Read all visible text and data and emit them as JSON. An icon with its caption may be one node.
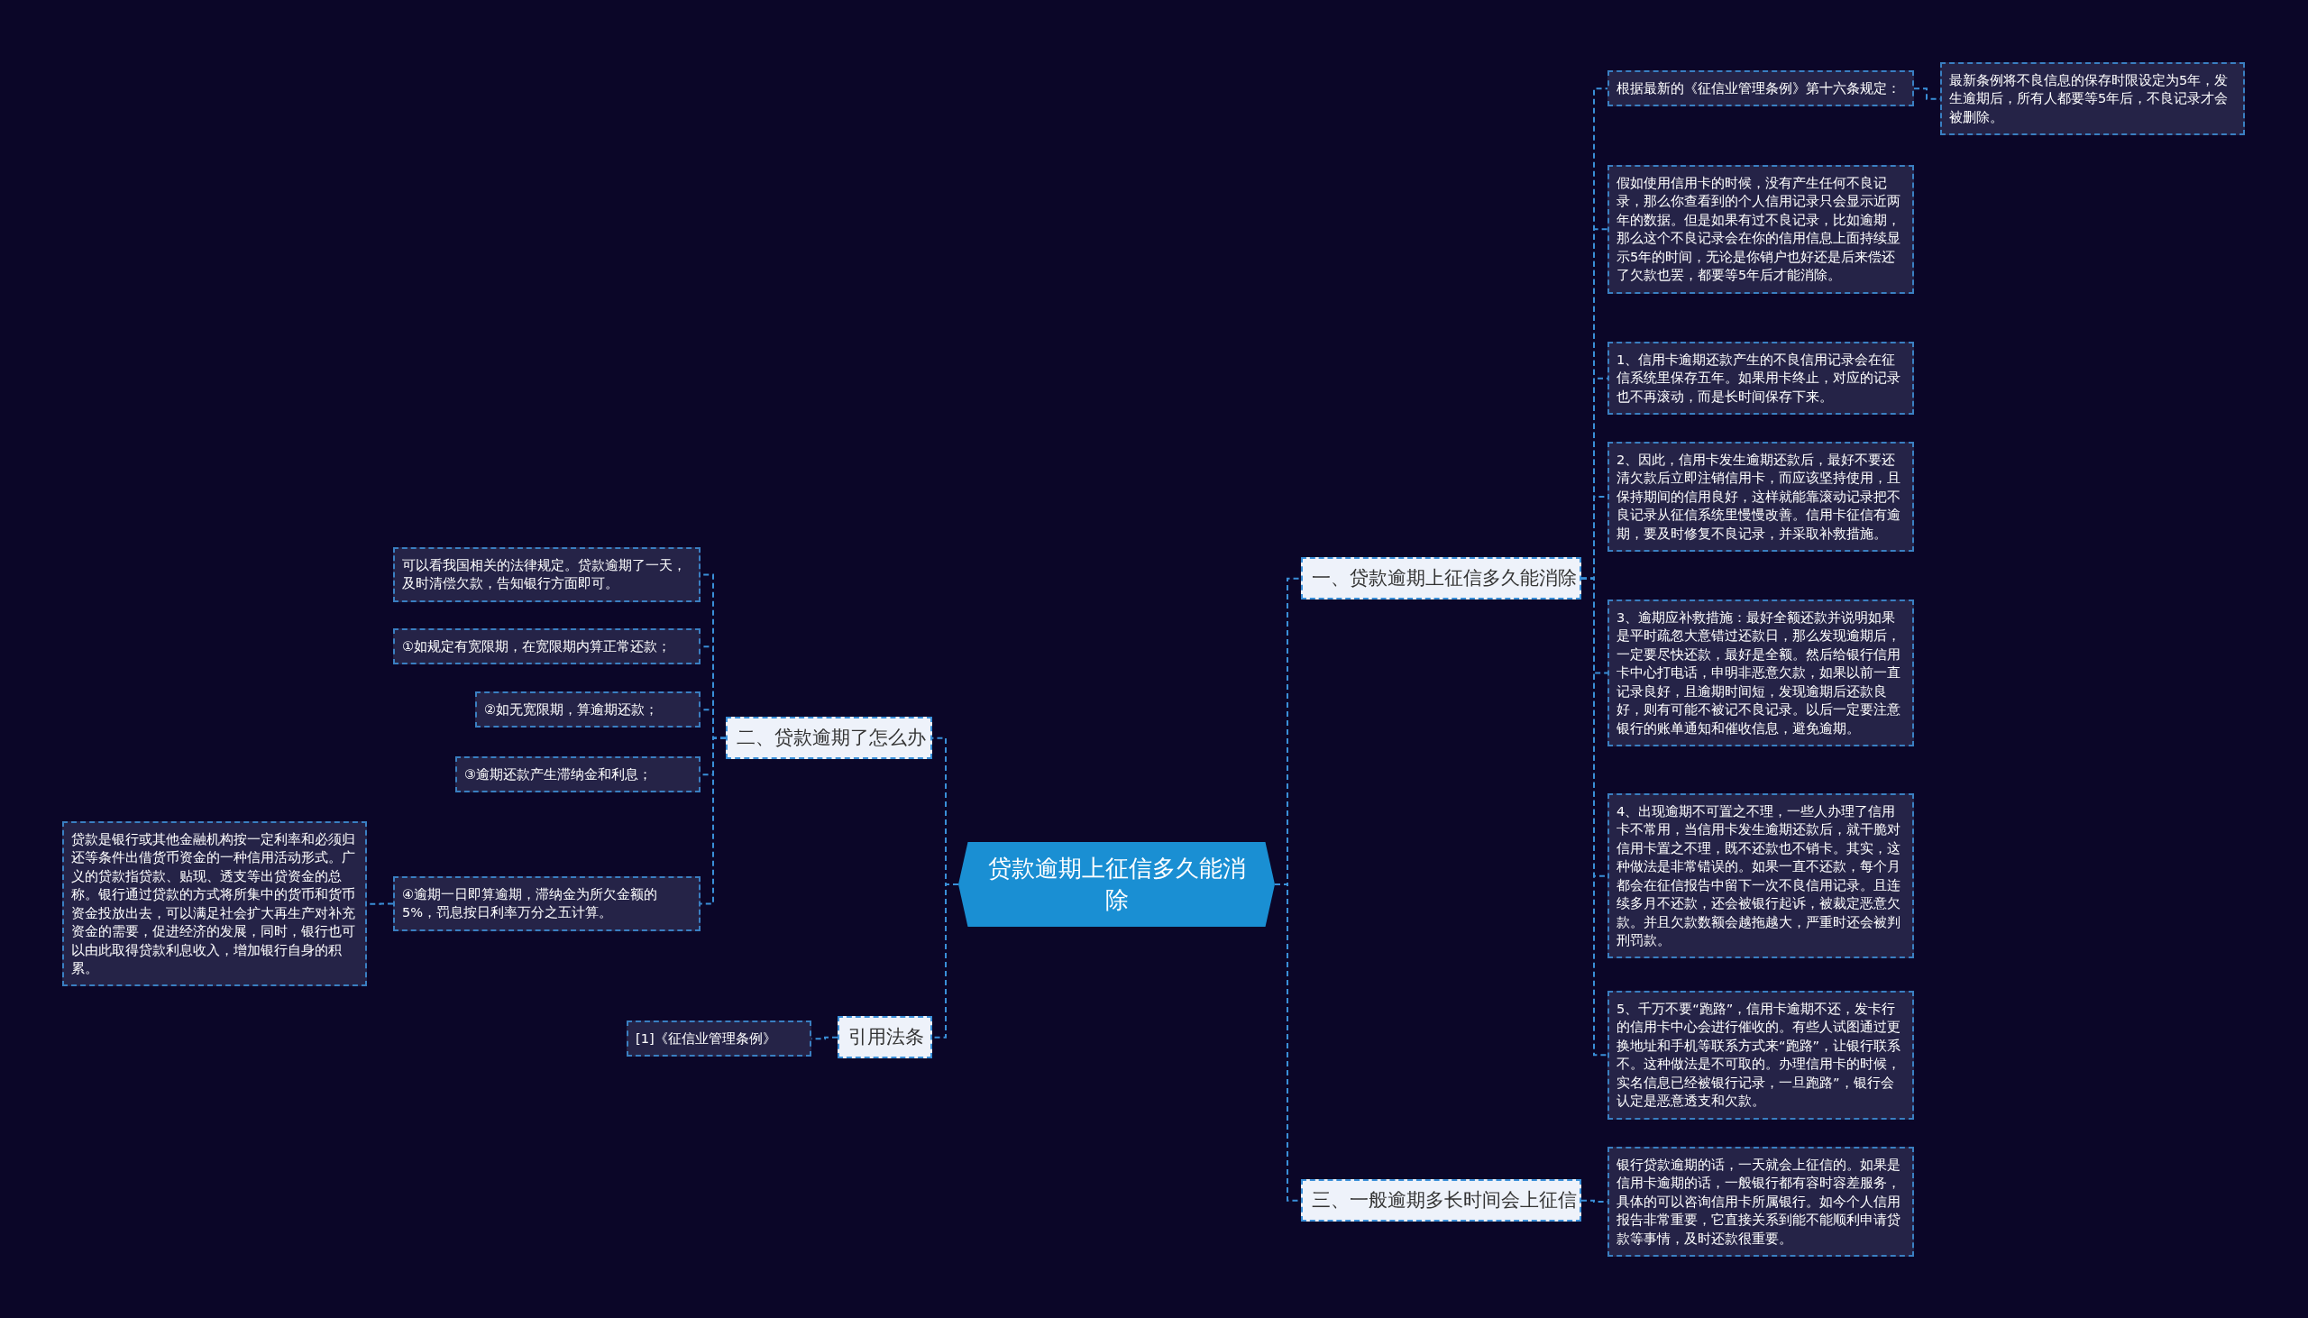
{
  "diagram": {
    "nodes": [
      {
        "text": [
          "贷款逾期上征信多久能消除"
        ]
      },
      {
        "text": [
          "一、贷款逾期上征信多久能消除"
        ]
      },
      {
        "text": [
          "根据最新的《征信业管理条例》第十六条规定："
        ]
      },
      {
        "text": [
          "最新条例将不良信息的保存时限设定为5年，发生逾期后，所有人都要等5年后，不良记录才会被删除。"
        ]
      },
      {
        "text": [
          "假如使用信用卡的时候，没有产生任何不良记录，那么你查看到的个人信用记录只会显示近两年的数据。但是如果有过不良记录，比如逾期，那么这个不良记录会在你的信用信息上面持续显示5年的时间，无论是你销户也好还是后来偿还了欠款也罢，都要等5年后才能消除。"
        ]
      },
      {
        "text": [
          "1、信用卡逾期还款产生的不良信用记录会在征信系统里保存五年。如果用卡终止，对应的记录也不再滚动，而是长时间保存下来。"
        ]
      },
      {
        "text": [
          "2、因此，信用卡发生逾期还款后，最好不要还清欠款后立即注销信用卡，而应该坚持使用，且保持期间的信用良好，这样就能靠滚动记录把不良记录从征信系统里慢慢改善。信用卡征信有逾期，要及时修复不良记录，并采取补救措施。"
        ]
      },
      {
        "text": [
          "3、逾期应补救措施：最好全额还款并说明如果是平时疏忽大意错过还款日，那么发现逾期后，一定要尽快还款，最好是全额。然后给银行信用卡中心打电话，申明非恶意欠款，如果以前一直记录良好，且逾期时间短，发现逾期后还款良好，则有可能不被记不良记录。以后一定要注意银行的账单通知和催收信息，避免逾期。"
        ]
      },
      {
        "text": [
          "4、出现逾期不可置之不理，一些人办理了信用卡不常用，当信用卡发生逾期还款后，就干脆对信用卡置之不理，既不还款也不销卡。其实，这种做法是非常错误的。如果一直不还款，每个月都会在征信报告中留下一次不良信用记录。且连续多月不还款，还会被银行起诉，被裁定恶意欠款。并且欠款数额会越拖越大，严重时还会被判刑罚款。"
        ]
      },
      {
        "text": [
          "5、千万不要“跑路”，信用卡逾期不还，发卡行的信用卡中心会进行催收的。有些人试图通过更换地址和手机等联系方式来“跑路”，让银行联系不。这种做法是不可取的。办理信用卡的时候，实名信息已经被银行记录，一旦跑路”，银行会认定是恶意透支和欠款。"
        ]
      },
      {
        "text": [
          "三、一般逾期多长时间会上征信"
        ]
      },
      {
        "text": [
          "银行贷款逾期的话，一天就会上征信的。如果是信用卡逾期的话，一般银行都有容时容差服务，具体的可以咨询信用卡所属银行。如今个人信用报告非常重要，它直接关系到能不能顺利申请贷款等事情，及时还款很重要。"
        ]
      },
      {
        "text": [
          "二、贷款逾期了怎么办"
        ]
      },
      {
        "text": [
          "可以看我国相关的法律规定。贷款逾期了一天，及时清偿欠款，告知银行方面即可。"
        ]
      },
      {
        "text": [
          "①如规定有宽限期，在宽限期内算正常还款；"
        ]
      },
      {
        "text": [
          "②如无宽限期，算逾期还款；"
        ]
      },
      {
        "text": [
          "③逾期还款产生滞纳金和利息；"
        ]
      },
      {
        "text": [
          "④逾期一日即算逾期，滞纳金为所欠金额的5%，罚息按日利率万分之五计算。"
        ]
      },
      {
        "text": [
          "贷款是银行或其他金融机构按一定利率和必须归还等条件出借货币资金的一种信用活动形式。广义的贷款指贷款、贴现、透支等出贷资金的总称。银行通过贷款的方式将所集中的货币和货币资金投放出去，可以满足社会扩大再生产对补充资金的需要，促进经济的发展，同时，银行也可以由此取得贷款利息收入，增加银行自身的积累。"
        ]
      },
      {
        "text": [
          "引用法条"
        ]
      },
      {
        "text": [
          "[1]《征信业管理条例》"
        ]
      }
    ],
    "edges": [
      {
        "from": 0,
        "to": 1,
        "arrow": "none"
      },
      {
        "from": 1,
        "to": 2,
        "arrow": "none"
      },
      {
        "from": 2,
        "to": 3,
        "arrow": "none"
      },
      {
        "from": 1,
        "to": 4,
        "arrow": "none"
      },
      {
        "from": 1,
        "to": 5,
        "arrow": "none"
      },
      {
        "from": 1,
        "to": 6,
        "arrow": "none"
      },
      {
        "from": 1,
        "to": 7,
        "arrow": "none"
      },
      {
        "from": 1,
        "to": 8,
        "arrow": "none"
      },
      {
        "from": 1,
        "to": 9,
        "arrow": "none"
      },
      {
        "from": 0,
        "to": 10,
        "arrow": "none"
      },
      {
        "from": 10,
        "to": 11,
        "arrow": "none"
      },
      {
        "from": 0,
        "to": 12,
        "arrow": "none"
      },
      {
        "from": 12,
        "to": 13,
        "arrow": "none"
      },
      {
        "from": 12,
        "to": 14,
        "arrow": "none"
      },
      {
        "from": 12,
        "to": 15,
        "arrow": "none"
      },
      {
        "from": 12,
        "to": 16,
        "arrow": "none"
      },
      {
        "from": 12,
        "to": 17,
        "arrow": "none"
      },
      {
        "from": 17,
        "to": 18,
        "arrow": "none"
      },
      {
        "from": 0,
        "to": 19,
        "arrow": "none"
      },
      {
        "from": 19,
        "to": 20,
        "arrow": "none"
      }
    ]
  }
}
